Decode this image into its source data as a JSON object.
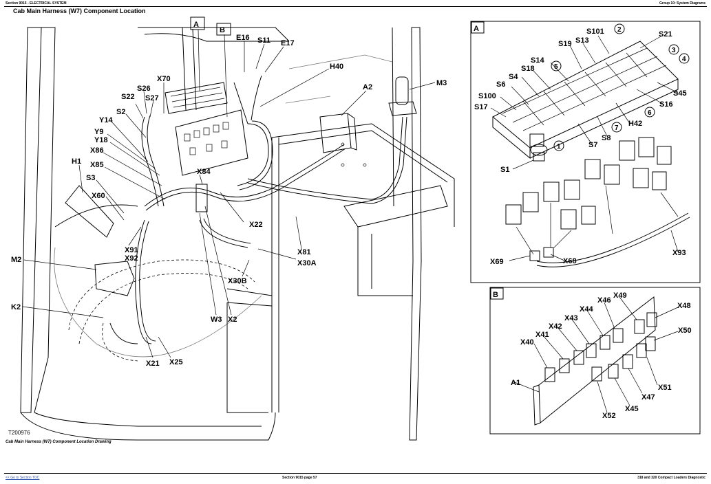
{
  "header": {
    "left": "Section 9015 - ELECTRICAL SYSTEM",
    "right": "Group 10: System Diagrams"
  },
  "title": "Cab Main Harness (W7) Component Location",
  "figure_id": "T200976",
  "caption": "Cab Main Harness (W7) Component Location Drawing",
  "footer": {
    "left": "<< Go to Section TOC",
    "center": "Section 9015 page 57",
    "right": "318 and 320 Compact Loaders Diagnostic"
  },
  "main_labels": {
    "A": "A",
    "B": "B",
    "E16": "E16",
    "S11": "S11",
    "E17": "E17",
    "H40": "H40",
    "A2": "A2",
    "M3": "M3",
    "X70": "X70",
    "S26": "S26",
    "S22": "S22",
    "S27": "S27",
    "S2": "S2",
    "Y14": "Y14",
    "Y9": "Y9",
    "Y18": "Y18",
    "X86": "X86",
    "H1": "H1",
    "X85": "X85",
    "S3": "S3",
    "X84": "X84",
    "X60": "X60",
    "X91": "X91",
    "X92": "X92",
    "X22": "X22",
    "X81": "X81",
    "X30A": "X30A",
    "M2": "M2",
    "X30B": "X30B",
    "K2": "K2",
    "W3": "W3",
    "X2": "X2",
    "X21": "X21",
    "X25": "X25"
  },
  "inset_a": {
    "tag": "A",
    "labels": {
      "S101": "S101",
      "S21": "S21",
      "S19": "S19",
      "S13": "S13",
      "S14": "S14",
      "S18": "S18",
      "S4": "S4",
      "S6": "S6",
      "S100": "S100",
      "S17": "S17",
      "S45": "S45",
      "S16": "S16",
      "H42": "H42",
      "S8": "S8",
      "S7": "S7",
      "S1": "S1",
      "X69": "X69",
      "X68": "X68",
      "X93": "X93"
    },
    "callouts": [
      "1",
      "2",
      "3",
      "4",
      "5",
      "6",
      "7"
    ]
  },
  "inset_b": {
    "tag": "B",
    "labels": {
      "X46": "X46",
      "X49": "X49",
      "X48": "X48",
      "X44": "X44",
      "X43": "X43",
      "X42": "X42",
      "X41": "X41",
      "X40": "X40",
      "X50": "X50",
      "A1": "A1",
      "X51": "X51",
      "X47": "X47",
      "X45": "X45",
      "X52": "X52"
    }
  }
}
